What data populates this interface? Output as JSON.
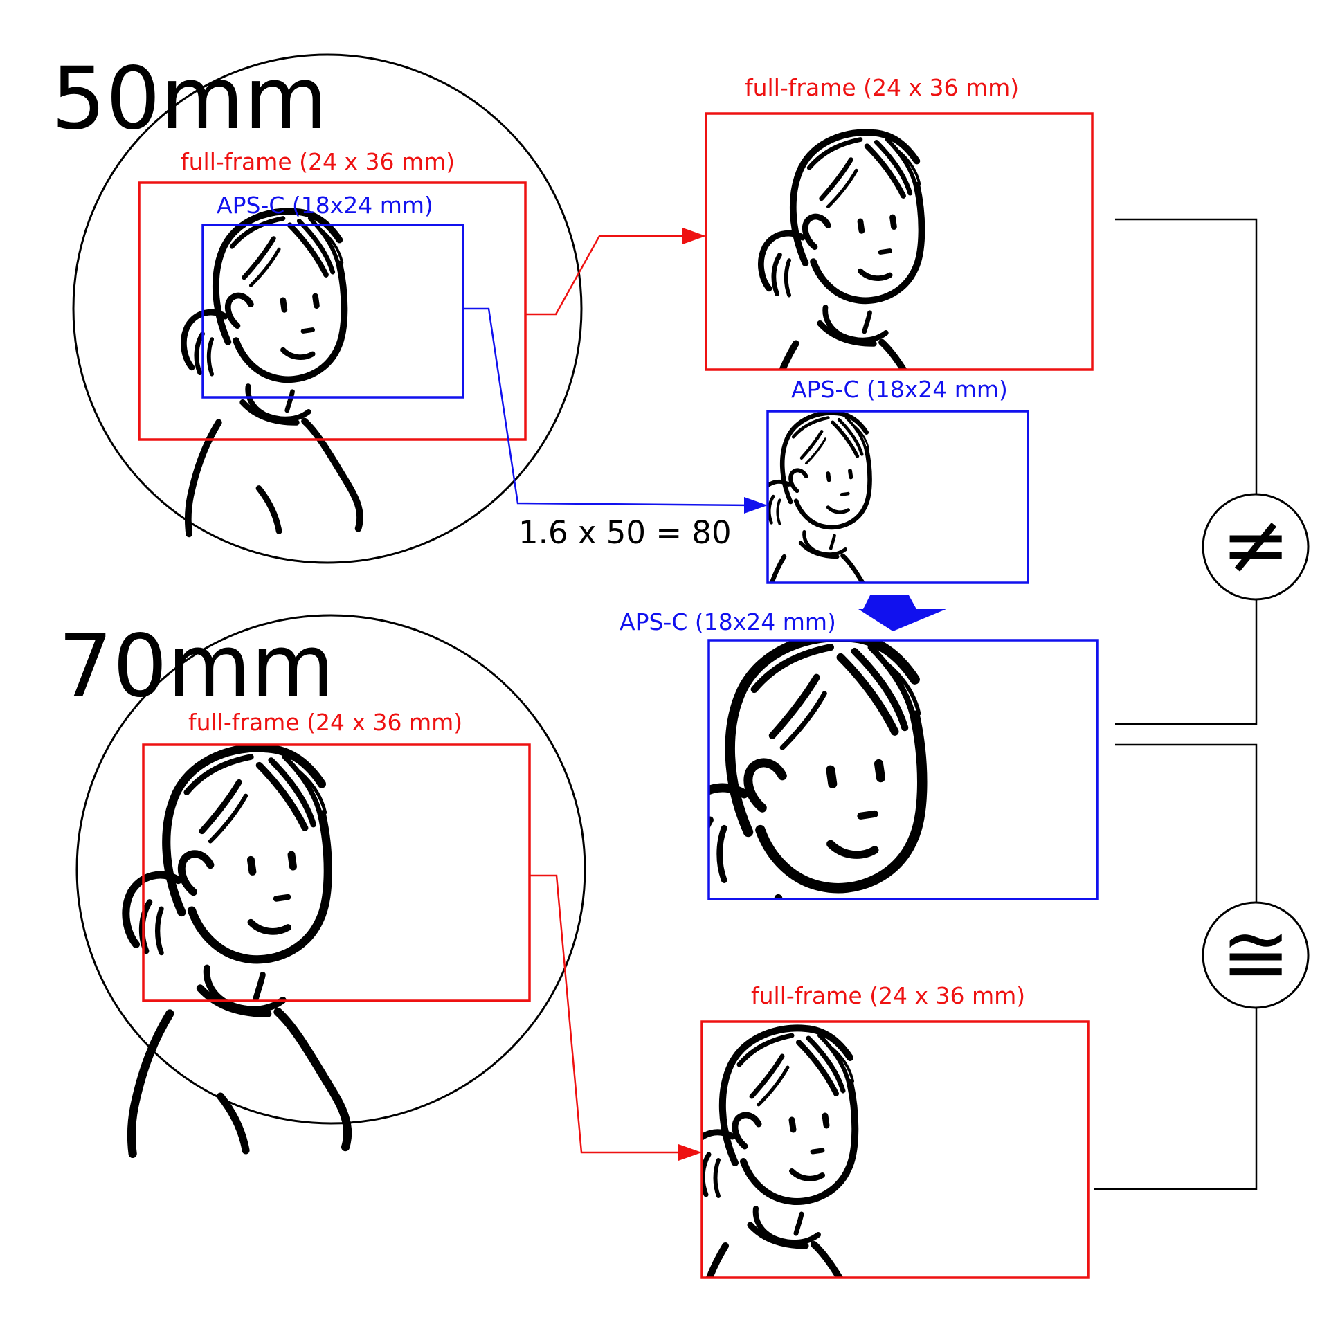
{
  "lens_50": {
    "focal_label": "50mm",
    "full_frame_label": "full-frame (24 x 36 mm)",
    "apsc_label": "APS-C (18x24 mm)"
  },
  "lens_70": {
    "focal_label": "70mm",
    "full_frame_label": "full-frame (24 x 36 mm)"
  },
  "outputs": {
    "ff_50_label": "full-frame (24 x 36 mm)",
    "apsc_50_label": "APS-C (18x24 mm)",
    "apsc_scaled_label": "APS-C (18x24 mm)",
    "ff_70_label": "full-frame (24 x 36 mm)"
  },
  "crop_equation": "1.6 x 50 = 80",
  "comparisons": {
    "not_equal_symbol": "≠",
    "approx_symbol": "≅"
  },
  "colors": {
    "full_frame": "#ee1111",
    "apsc": "#1111ee",
    "ink": "#000000"
  },
  "icons": {
    "portrait": "girl-portrait-sketch",
    "arrow": "arrow-right",
    "scale": "down-arrow-block"
  }
}
